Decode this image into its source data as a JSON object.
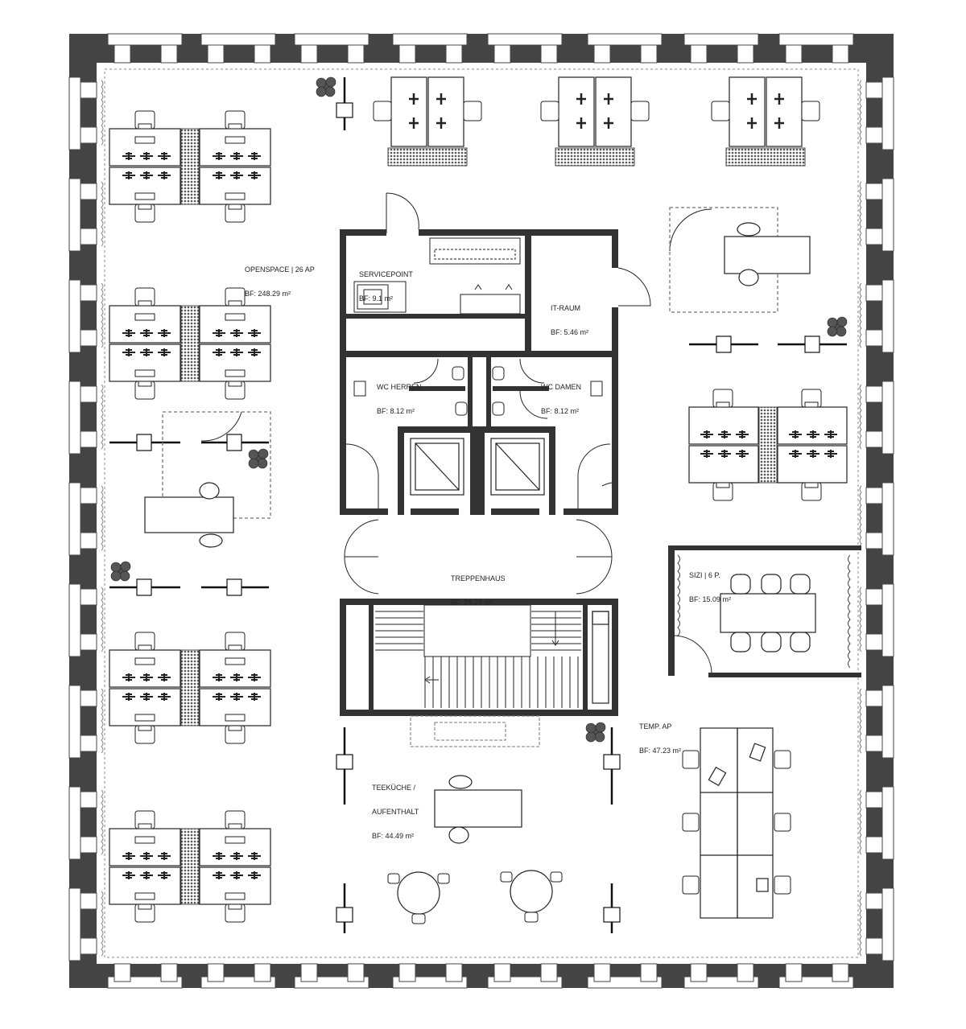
{
  "rooms": {
    "openspace": {
      "name": "OPENSPACE | 26 AP",
      "area": "BF: 248.29 m²"
    },
    "servicepoint": {
      "name": "SERVICEPOINT",
      "area": "BF: 9.1 m²"
    },
    "it_raum": {
      "name": "IT-RAUM",
      "area": "BF: 5.46 m²"
    },
    "wc_herren": {
      "name": "WC HERREN",
      "area": "BF: 8.12 m²"
    },
    "wc_damen": {
      "name": "WC DAMEN",
      "area": "BF: 8.12 m²"
    },
    "treppenhaus": {
      "name": "TREPPENHAUS",
      "area": "BF: 29.22 m²"
    },
    "sizi": {
      "name": "SIZI | 6 P.",
      "area": "BF: 15.09 m²"
    },
    "temp_ap": {
      "name": "TEMP. AP",
      "area": "BF: 47.23 m²"
    },
    "teekueche": {
      "name_line1": "TEEKÜCHE /",
      "name_line2": "AUFENTHALT",
      "area": "BF: 44.49 m²"
    }
  },
  "colors": {
    "wall": "#444444",
    "line": "#222222",
    "plant": "#555555",
    "screen": "#777777"
  },
  "icons": [
    "desk-cluster-icon",
    "chair-icon",
    "plant-icon",
    "door-swing-icon",
    "window-icon",
    "stair-icon",
    "elevator-icon",
    "toilet-icon",
    "sink-icon",
    "round-table-icon",
    "laptop-icon"
  ]
}
